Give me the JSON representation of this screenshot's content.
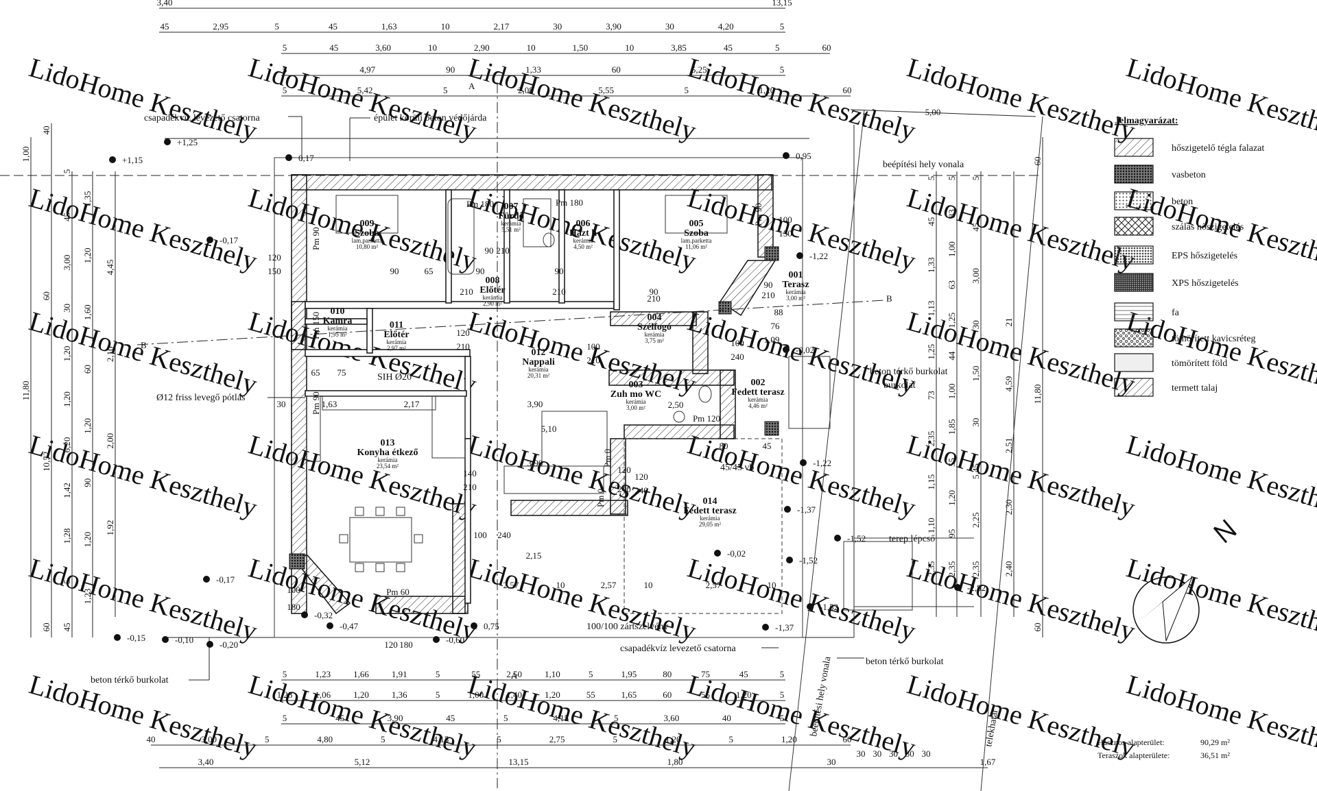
{
  "watermark": "LidoHome Keszthely",
  "legend": {
    "title": "Jelmagyarázat:",
    "items": [
      {
        "label": "hőszigetelő tégla falazat",
        "pattern": "hatch"
      },
      {
        "label": "vasbeton",
        "pattern": "dots-dark"
      },
      {
        "label": "beton",
        "pattern": "dots"
      },
      {
        "label": "szálas hőszigetelés",
        "pattern": "cross"
      },
      {
        "label": "EPS hőszigetelés",
        "pattern": "dense-dots"
      },
      {
        "label": "XPS hőszigetelés",
        "pattern": "grid"
      },
      {
        "label": "fa",
        "pattern": "lines"
      },
      {
        "label": "tömörített kavicsréteg",
        "pattern": "gravel"
      },
      {
        "label": "tömörített föld",
        "pattern": "light"
      },
      {
        "label": "termett talaj",
        "pattern": "hatch"
      }
    ]
  },
  "rooms": [
    {
      "id": "009",
      "name": "Szoba",
      "finish": "lam.parketta",
      "area": "10,80 m²"
    },
    {
      "id": "007",
      "name": "Fürdő",
      "finish": "kerámia",
      "area": "5,51 m²"
    },
    {
      "id": "006",
      "name": "Házt h",
      "finish": "kerámia",
      "area": "4,50 m²"
    },
    {
      "id": "005",
      "name": "Szoba",
      "finish": "lam.parketta",
      "area": "11,06 m²"
    },
    {
      "id": "008",
      "name": "Előtér",
      "finish": "kerámia",
      "area": "2,90 m²"
    },
    {
      "id": "001",
      "name": "Terasz",
      "finish": "kerámia",
      "area": "3,00 m²"
    },
    {
      "id": "010",
      "name": "Kamra",
      "finish": "kerámia",
      "area": "1,95 m²"
    },
    {
      "id": "011",
      "name": "Előtér",
      "finish": "kerámia",
      "area": "2,97 m²"
    },
    {
      "id": "004",
      "name": "Szélfogó",
      "finish": "kerámia",
      "area": "3,75 m²"
    },
    {
      "id": "012",
      "name": "Nappali",
      "finish": "kerámia",
      "area": "20,31 m²"
    },
    {
      "id": "003",
      "name": "Zuh mo WC",
      "finish": "kerámia",
      "area": "3,00 m²"
    },
    {
      "id": "002",
      "name": "Fedett terasz",
      "finish": "kerámia",
      "area": "4,46 m²"
    },
    {
      "id": "013",
      "name": "Konyha étkező",
      "finish": "kerámia",
      "area": "23,54 m²"
    },
    {
      "id": "014",
      "name": "Fedett terasz",
      "finish": "kerámia",
      "area": "29,05 m²"
    }
  ],
  "notes": {
    "gutter_top": "csapadékvíz levezető csatorna",
    "sidewalk": "épület körüli beton védőjárda",
    "build_line": "beépítési hely vonala",
    "fresh_air": "Ø12 friss levegő pótlás",
    "sih": "SIH Ø20",
    "paving_right": "beton térkő burkolat",
    "paving_left": "beton térkő burkolat",
    "paving_bottom": "beton térkő burkolat",
    "gutter_bottom": "csapadékvíz levezető csatorna",
    "zartszelveny": "100/100 zártszelvény",
    "vb": "45/45 vb",
    "terep": "terep lépcső",
    "build_line_vertical": "beépítési hely vonala",
    "telekhatar": "telekhatár"
  },
  "dim_rows": {
    "top1": [
      "3,40",
      "13,15"
    ],
    "top2": [
      "45",
      "2,95",
      "5",
      "45",
      "1,63",
      "10",
      "2,17",
      "30",
      "3,90",
      "30",
      "4,20",
      "5"
    ],
    "top3": [
      "5",
      "45",
      "3,60",
      "10",
      "2,90",
      "10",
      "1,50",
      "10",
      "3,85",
      "45",
      "5",
      "60"
    ],
    "top4": [
      "5",
      "4,97",
      "90",
      "1,33",
      "60",
      "5,25",
      "5"
    ],
    "top5": [
      "5",
      "5,42",
      "5",
      "2,08",
      "5,55",
      "5",
      "1,20",
      "60"
    ],
    "top6": [
      "5,00"
    ],
    "bot1": [
      "5",
      "1,23",
      "1,66",
      "1,91",
      "5",
      "55",
      "2,50",
      "1,10",
      "5",
      "1,95",
      "80",
      "75",
      "45",
      "5"
    ],
    "bot2": [
      "1,28",
      "1,06",
      "1,20",
      "1,36",
      "5",
      "1,00",
      "1,40",
      "1,20",
      "55",
      "1,65",
      "60",
      "55",
      "1,20",
      "5"
    ],
    "bot3": [
      "5",
      "45",
      "3,90",
      "45",
      "5",
      "4,15",
      "5",
      "3,60",
      "40",
      "5"
    ],
    "bot4": [
      "40",
      "3,00",
      "5",
      "4,80",
      "5",
      "4,15",
      "5",
      "2,75",
      "5",
      "1,20",
      "5",
      "1,20",
      "60"
    ],
    "bot5": [
      "3,40",
      "5,12",
      "13,15",
      "1,80",
      "30",
      "1,67"
    ],
    "bot6": [
      "30",
      "30",
      "30",
      "30",
      "30"
    ]
  },
  "dim_left": {
    "col1": [
      "1,00",
      "11,80"
    ],
    "col2": [
      "40",
      "60",
      "10,52",
      "60"
    ],
    "col3": [
      "5",
      "45",
      "3,00",
      "30",
      "1,20",
      "1,20",
      "6,20",
      "1,42",
      "1,28",
      "5",
      "45"
    ],
    "col4": [
      "1,35",
      "1,20",
      "1,60",
      "60",
      "1,20",
      "90",
      "1,20",
      "1,23"
    ],
    "col5": [
      "4,45",
      "2,10",
      "2,00",
      "1,92"
    ]
  },
  "dim_right": {
    "col1": [
      "5",
      "45",
      "1,33",
      "1,13",
      "1,25",
      "73",
      "2,35",
      "1,15",
      "1,10",
      "2,35"
    ],
    "col2": [
      "5",
      "83",
      "1,00",
      "63",
      "1,25",
      "44",
      "1,00",
      "1,85",
      "55",
      "1,20",
      "95",
      "2,35"
    ],
    "col3": [
      "5",
      "45",
      "3,00",
      "30",
      "1,50",
      "30",
      "5,45",
      "2,25",
      "2,35"
    ],
    "col4": [
      "21",
      "4,59",
      "2,51",
      "2,30",
      "2,40"
    ],
    "col5": [
      "60",
      "11,80",
      "60"
    ]
  },
  "inner_dims": [
    "120",
    "150",
    "90",
    "65",
    "90",
    "210",
    "Pm 180",
    "Pm 180",
    "90",
    "210",
    "90",
    "210",
    "90",
    "210",
    "100",
    "150",
    "90",
    "210",
    "120",
    "210",
    "100",
    "210",
    "100",
    "240",
    "65",
    "75",
    "1,63",
    "30",
    "2,17",
    "3,90",
    "5,10",
    "3,90",
    "140",
    "210",
    "120",
    "240",
    "2,50",
    "Pm 120",
    "80",
    "45",
    "120",
    "240",
    "2,15",
    "2,57",
    "10",
    "2,57",
    "10",
    "2,57",
    "10",
    "100",
    "180",
    "Pm 60",
    "120",
    "180",
    "100",
    "240",
    "1,09",
    "76",
    "88"
  ],
  "levels": [
    "+1,25",
    "+1,15",
    "0,17",
    "0,95",
    "-0,17",
    "-1,22",
    "-0,02",
    "-1,22",
    "-1,37",
    "-0,02",
    "-1,52",
    "-1,52",
    "-1,52",
    "-0,17",
    "-0,32",
    "-0,47",
    "-0,10",
    "-0,15",
    "-0,20",
    "-0,60",
    "0,75",
    "-1,37",
    "-2,82"
  ],
  "pm_labels": [
    "Pm 90",
    "Pm 90",
    "Pm 90",
    "Pm 0",
    "Pm 0",
    "Pm 150"
  ],
  "section_marks": [
    "A",
    "A",
    "B",
    "B"
  ],
  "summary": {
    "usable_label": "Hasznos alapterület:",
    "usable_value": "90,29 m²",
    "terrace_label": "Teraszok alapterülete:",
    "terrace_value": "36,51 m²"
  }
}
